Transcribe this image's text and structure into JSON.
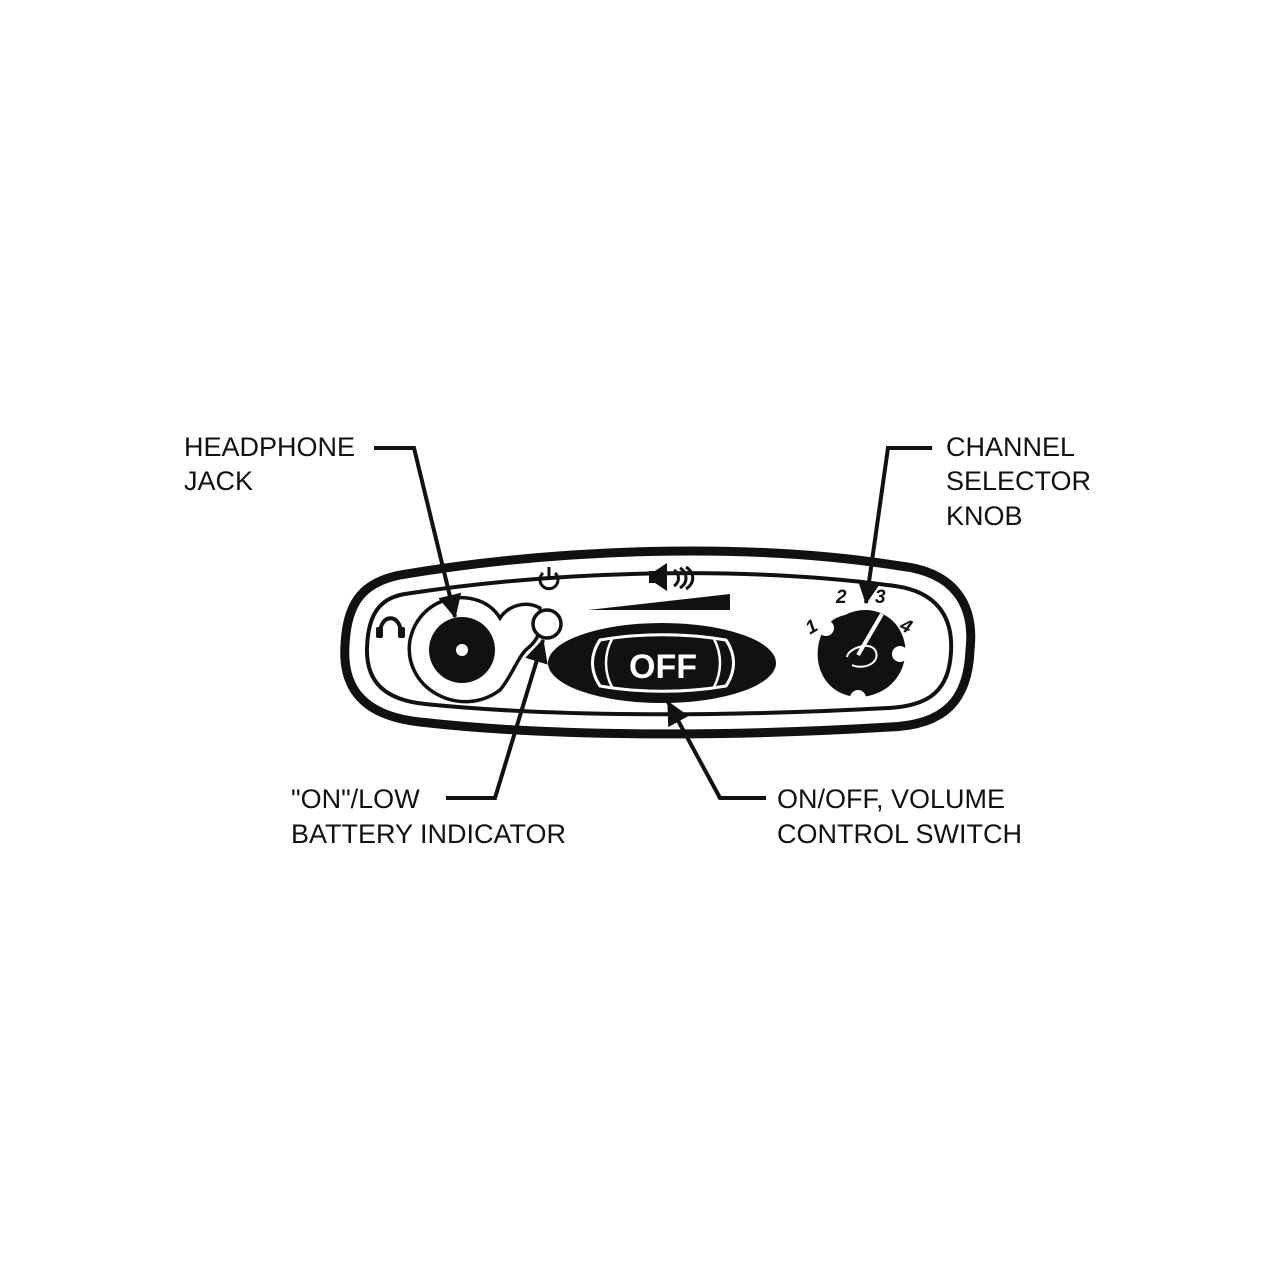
{
  "labels": {
    "headphone_jack": [
      "HEADPHONE",
      "JACK"
    ],
    "channel_selector": [
      "CHANNEL",
      "SELECTOR",
      "KNOB"
    ],
    "battery_indicator": [
      "\"ON\"/LOW",
      "BATTERY INDICATOR"
    ],
    "volume_switch": [
      "ON/OFF, VOLUME",
      "CONTROL SWITCH"
    ]
  },
  "switch": {
    "position_text": "OFF"
  },
  "channel_knob": {
    "channels": [
      "1",
      "2",
      "3",
      "4"
    ],
    "selected": "3"
  },
  "icons": [
    "headphone-icon",
    "power-icon",
    "speaker-volume-icon",
    "volume-ramp-icon"
  ],
  "colors": {
    "ink": "#111111",
    "paper": "#ffffff"
  }
}
